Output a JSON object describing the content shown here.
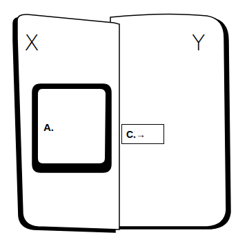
{
  "diagram": {
    "nodes": [
      {
        "text": [
          "X"
        ]
      },
      {
        "text": [
          "A."
        ],
        "in": 0
      },
      {
        "text": [
          "Y"
        ]
      },
      {
        "text": [
          "C.→"
        ]
      }
    ]
  }
}
